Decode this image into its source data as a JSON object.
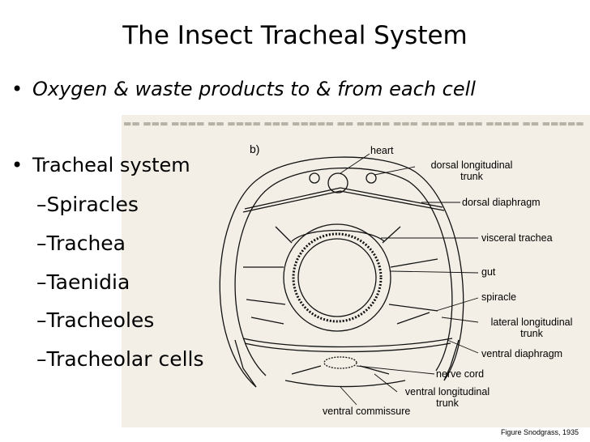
{
  "slide": {
    "title": "The Insect Tracheal System",
    "bullets": [
      {
        "text": "Oxygen & waste products to & from each cell"
      },
      {
        "text": "Tracheal system"
      }
    ],
    "subbullets": [
      {
        "text": "Spiracles"
      },
      {
        "text": "Trachea"
      },
      {
        "text": "Taenidia"
      },
      {
        "text": "Tracheoles"
      },
      {
        "text": "Tracheolar cells"
      }
    ],
    "credit": "Figure Snodgrass, 1935"
  },
  "diagram": {
    "panel_label": "b)",
    "labels": {
      "heart": "heart",
      "dorsal_longitudinal_1": "dorsal longitudinal",
      "dorsal_longitudinal_2": "trunk",
      "dorsal_diaphragm": "dorsal diaphragm",
      "visceral_trachea": "visceral trachea",
      "gut": "gut",
      "spiracle": "spiracle",
      "lateral_longitudinal_1": "lateral longitudinal",
      "lateral_longitudinal_2": "trunk",
      "ventral_diaphragm": "ventral diaphragm",
      "nerve_cord": "nerve cord",
      "ventral_longitudinal_1": "ventral longitudinal",
      "ventral_longitudinal_2": "trunk",
      "ventral_commissure": "ventral commissure"
    }
  }
}
